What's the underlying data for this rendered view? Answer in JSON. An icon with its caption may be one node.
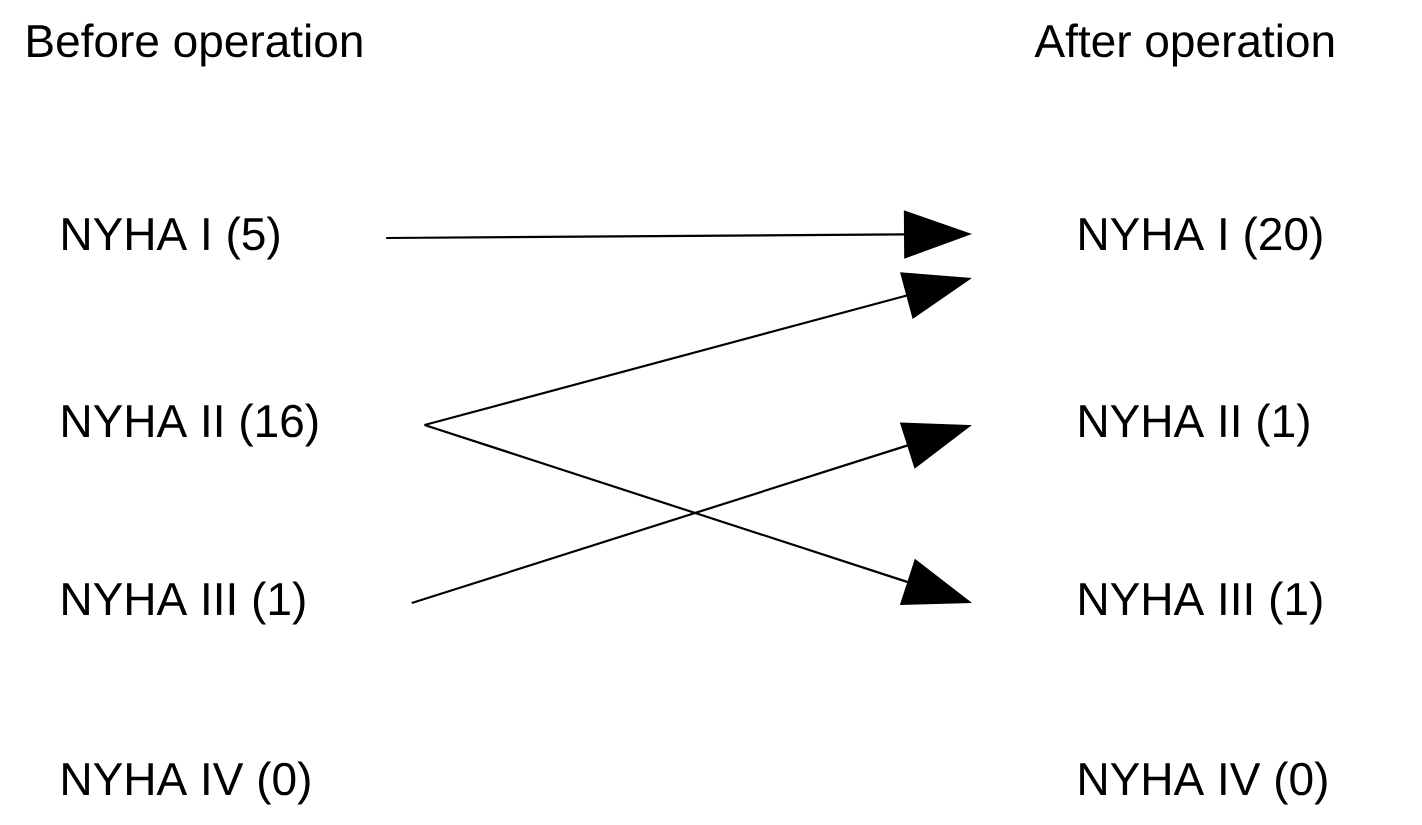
{
  "diagram": {
    "nodes": [
      {
        "text": [
          "NYHA I (5)"
        ]
      },
      {
        "text": [
          "NYHA II (16)"
        ]
      },
      {
        "text": [
          "NYHA III (1)"
        ]
      },
      {
        "text": [
          "NYHA IV (0)"
        ]
      },
      {
        "text": [
          "NYHA I (20)"
        ]
      },
      {
        "text": [
          "NYHA II (1)"
        ]
      },
      {
        "text": [
          "NYHA III (1)"
        ]
      },
      {
        "text": [
          "NYHA IV (0)"
        ]
      }
    ],
    "edges": [
      {
        "from": 0,
        "to": 4,
        "arrow": "to"
      },
      {
        "from": 1,
        "to": 4,
        "arrow": "to"
      },
      {
        "from": 1,
        "to": 6,
        "arrow": "to"
      },
      {
        "from": 2,
        "to": 5,
        "arrow": "to"
      }
    ],
    "labels": [
      "Before operation",
      "After operation"
    ]
  }
}
